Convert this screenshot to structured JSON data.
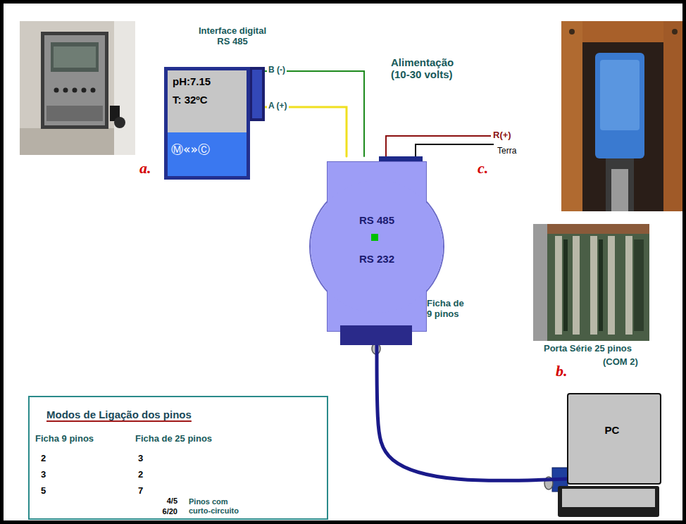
{
  "diagram": {
    "nodes": [
      {
        "text": [
          "Interface digital RS 485",
          "pH:7.15",
          "T: 32ºC",
          "Ⓜ«»Ⓒ"
        ]
      },
      {
        "text": [
          "RS 485",
          "RS 232"
        ]
      },
      {
        "text": [
          "PC"
        ]
      },
      {
        "text": [
          "Modos de Ligação dos pinos",
          "Ficha 9 pinos",
          "Ficha de 25 pinos"
        ]
      }
    ],
    "edges": [
      {
        "from": 0,
        "to": 1,
        "arrow": "none",
        "label": "B (-)"
      },
      {
        "from": 0,
        "to": 1,
        "arrow": "none",
        "label": "A (+)"
      },
      {
        "from": 1,
        "to": 2,
        "arrow": "none"
      }
    ],
    "labels": [
      "a.",
      "Alimentação (10-30 volts)",
      "R(+)",
      "Terra",
      "c.",
      "Ficha de 9 pinos",
      "Porta Série 25 pinos",
      "(COM 2)",
      "b.",
      "2",
      "3",
      "3",
      "2",
      "5",
      "7",
      "4/5",
      "6/20",
      "Pinos com curto-circuito"
    ]
  }
}
